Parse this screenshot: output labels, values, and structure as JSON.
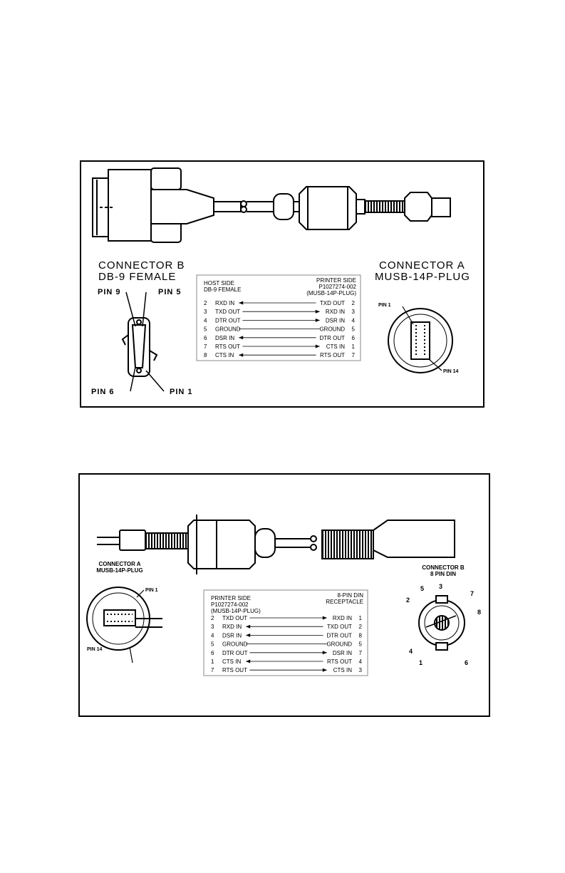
{
  "cable1": {
    "connector_b": {
      "title": "CONNECTOR B",
      "subtitle": "DB-9 FEMALE"
    },
    "connector_a": {
      "title": "CONNECTOR A",
      "subtitle": "MUSB-14P-PLUG"
    },
    "pin_labels": {
      "pin9": "PIN 9",
      "pin5": "PIN 5",
      "pin6": "PIN 6",
      "pin1": "PIN 1",
      "a_pin1": "PIN 1",
      "a_pin14": "PIN 14"
    },
    "wiring": {
      "left_header": [
        "HOST SIDE",
        "DB-9 FEMALE"
      ],
      "right_header": [
        "PRINTER SIDE",
        "P1027274-002",
        "(MUSB-14P-PLUG)"
      ],
      "rows": [
        {
          "lpin": "2",
          "lsig": "RXD IN",
          "rsig": "TXD OUT",
          "rpin": "2",
          "dir": "left"
        },
        {
          "lpin": "3",
          "lsig": "TXD OUT",
          "rsig": "RXD IN",
          "rpin": "3",
          "dir": "right"
        },
        {
          "lpin": "4",
          "lsig": "DTR OUT",
          "rsig": "DSR IN",
          "rpin": "4",
          "dir": "right"
        },
        {
          "lpin": "5",
          "lsig": "GROUND",
          "rsig": "GROUND",
          "rpin": "5",
          "dir": "none"
        },
        {
          "lpin": "6",
          "lsig": "DSR IN",
          "rsig": "DTR OUT",
          "rpin": "6",
          "dir": "left"
        },
        {
          "lpin": "7",
          "lsig": "RTS OUT",
          "rsig": "CTS IN",
          "rpin": "1",
          "dir": "right"
        },
        {
          "lpin": "8",
          "lsig": "CTS IN",
          "rsig": "RTS OUT",
          "rpin": "7",
          "dir": "left"
        }
      ]
    }
  },
  "cable2": {
    "connector_a": {
      "title": "CONNECTOR A",
      "subtitle": "MUSB-14P-PLUG"
    },
    "connector_b": {
      "title": "CONNECTOR B",
      "subtitle": "8 PIN DIN"
    },
    "pin_labels": {
      "a_pin1": "PIN 1",
      "a_pin14": "PIN 14",
      "din": [
        "5",
        "3",
        "7",
        "2",
        "8",
        "4",
        "1",
        "6"
      ]
    },
    "wiring": {
      "left_header": [
        "PRINTER SIDE",
        "P1027274-002",
        "(MUSB-14P-PLUG)"
      ],
      "right_header": [
        "8-PIN DIN",
        "RECEPTACLE"
      ],
      "rows": [
        {
          "lpin": "2",
          "lsig": "TXD OUT",
          "rsig": "RXD IN",
          "rpin": "1",
          "dir": "right"
        },
        {
          "lpin": "3",
          "lsig": "RXD IN",
          "rsig": "TXD OUT",
          "rpin": "2",
          "dir": "left"
        },
        {
          "lpin": "4",
          "lsig": "DSR IN",
          "rsig": "DTR OUT",
          "rpin": "8",
          "dir": "left"
        },
        {
          "lpin": "5",
          "lsig": "GROUND",
          "rsig": "GROUND",
          "rpin": "5",
          "dir": "none"
        },
        {
          "lpin": "6",
          "lsig": "DTR OUT",
          "rsig": "DSR IN",
          "rpin": "7",
          "dir": "right"
        },
        {
          "lpin": "1",
          "lsig": "CTS IN",
          "rsig": "RTS OUT",
          "rpin": "4",
          "dir": "left"
        },
        {
          "lpin": "7",
          "lsig": "RTS OUT",
          "rsig": "CTS IN",
          "rpin": "3",
          "dir": "right"
        }
      ]
    }
  }
}
